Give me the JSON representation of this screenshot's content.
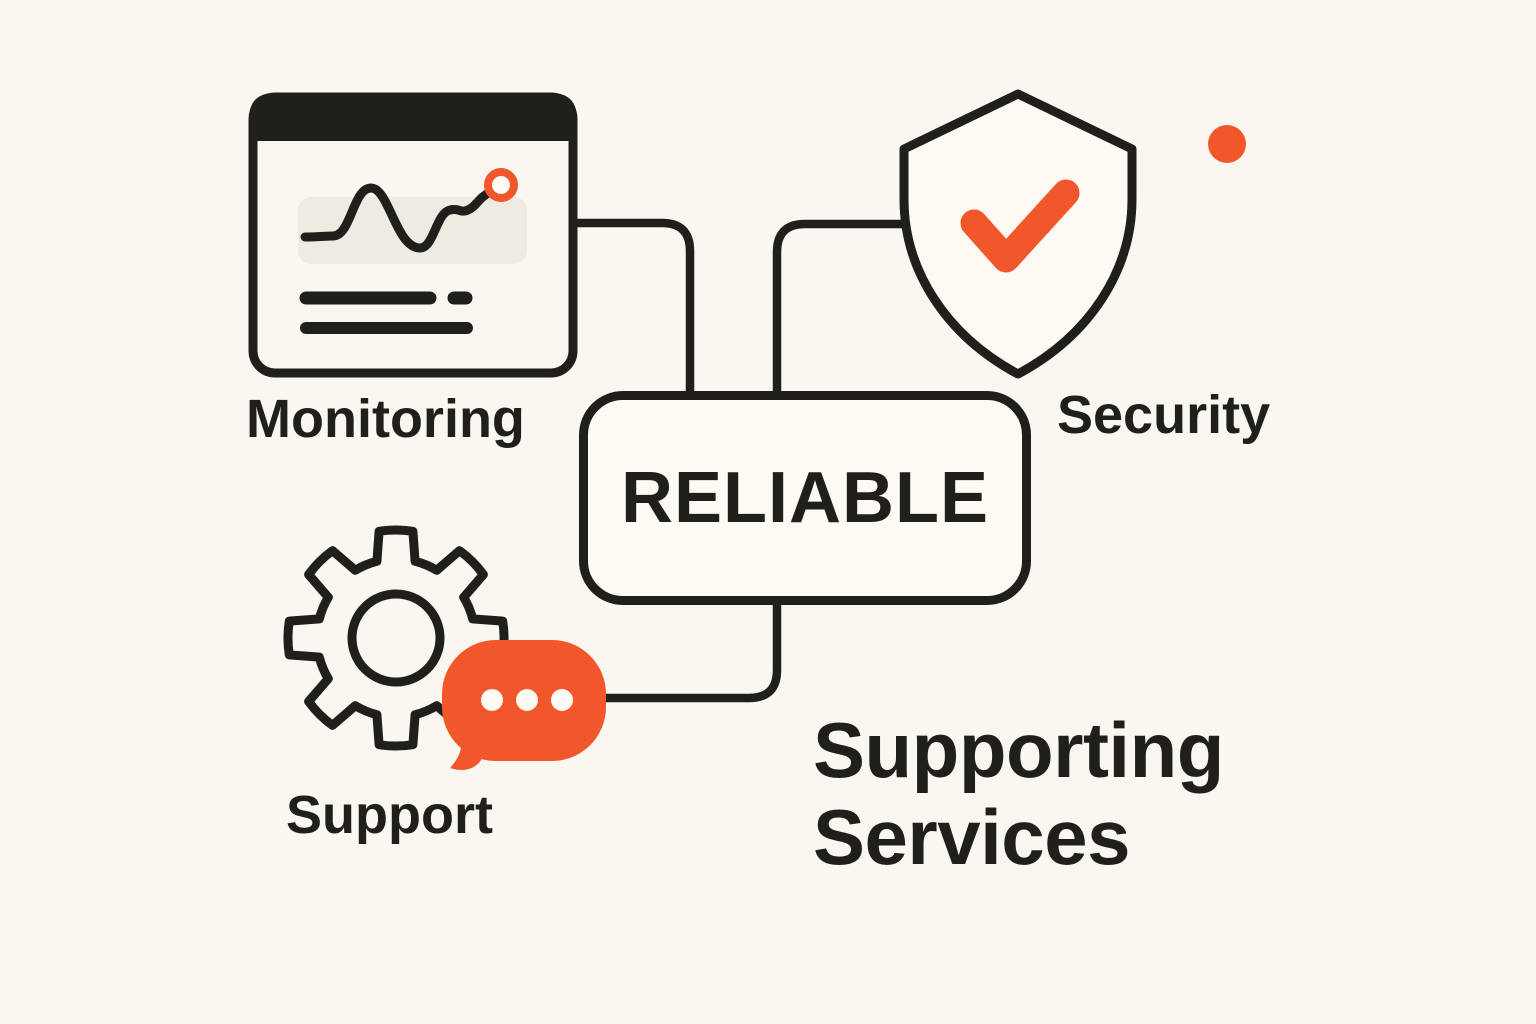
{
  "colors": {
    "background": "#F9F7EF",
    "panel": "#FCFAF3",
    "ink": "#211F1C",
    "accent": "#F2562B",
    "muted_band": "#EEEBE2"
  },
  "center_node": {
    "label": "RELIABLE"
  },
  "nodes": [
    {
      "id": "monitoring",
      "label": "Monitoring",
      "icon": "browser-analytics-icon"
    },
    {
      "id": "security",
      "label": "Security",
      "icon": "shield-check-icon"
    },
    {
      "id": "support",
      "label": "Support",
      "icon": "gear-chat-bubble-icon"
    }
  ],
  "title": {
    "text": "Supporting Services"
  },
  "decorations": [
    {
      "icon": "accent-dot"
    }
  ]
}
